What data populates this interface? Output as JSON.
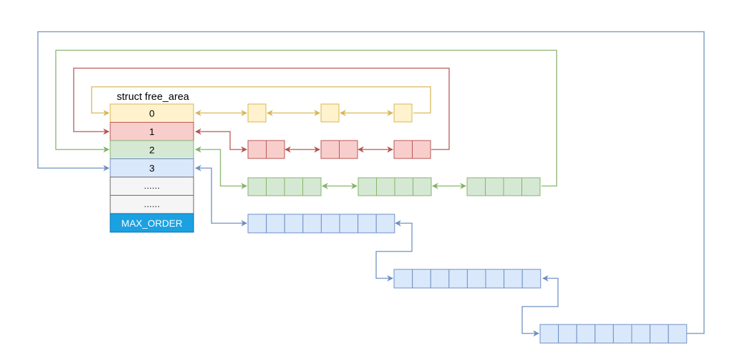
{
  "title": "struct free_area",
  "rows": [
    {
      "label": "0",
      "fill": "#fff2cc",
      "stroke": "#d6b656"
    },
    {
      "label": "1",
      "fill": "#f8cecc",
      "stroke": "#b85450"
    },
    {
      "label": "2",
      "fill": "#d5e8d4",
      "stroke": "#82b366"
    },
    {
      "label": "3",
      "fill": "#dae8fc",
      "stroke": "#6c8ebf"
    },
    {
      "label": "......",
      "fill": "#f5f5f5",
      "stroke": "#666666"
    },
    {
      "label": "......",
      "fill": "#f5f5f5",
      "stroke": "#666666"
    },
    {
      "label": "MAX_ORDER",
      "fill": "#1ba1e2",
      "stroke": "#006eaf",
      "text_color": "#ffffff"
    }
  ],
  "colors": {
    "order0_line": "#d6b656",
    "order1_line": "#b85450",
    "order2_line": "#82b366",
    "order3_line": "#6c8ebf"
  }
}
